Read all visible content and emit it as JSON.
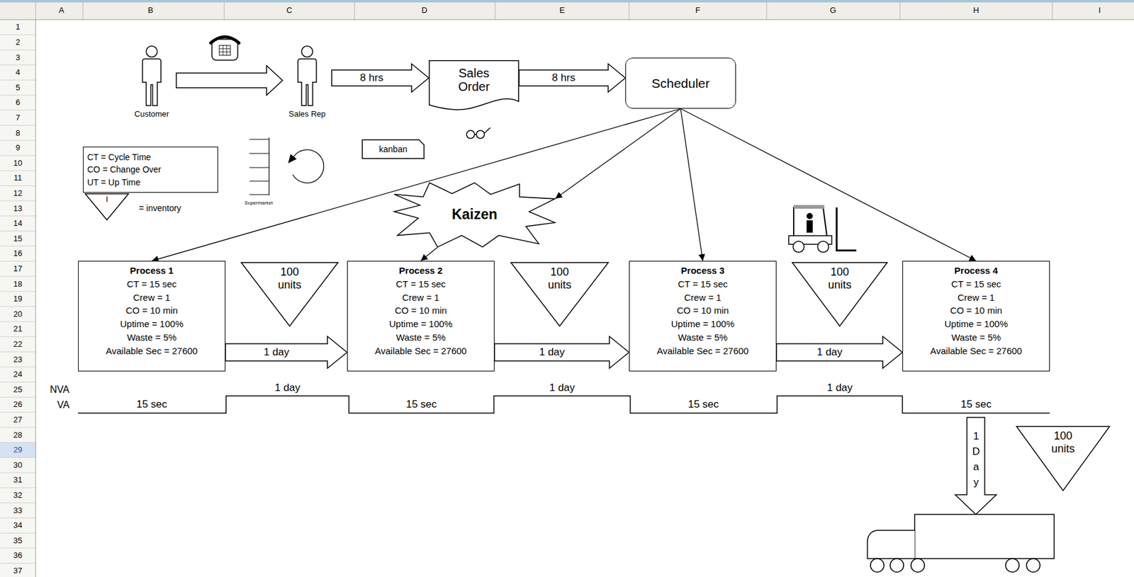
{
  "diagram": {
    "nodes": [
      {
        "text": [
          "Customer"
        ]
      },
      {
        "text": [
          "Sales Rep"
        ]
      },
      {
        "text": [
          "Sales Order"
        ]
      },
      {
        "text": [
          "Scheduler"
        ]
      },
      {
        "text": [
          "CT = Cycle Time",
          "CO = Change Over",
          "UT = Up Time"
        ]
      },
      {
        "text": [
          "kanban"
        ]
      },
      {
        "text": [
          "I"
        ]
      },
      {
        "text": [
          "Kaizen"
        ]
      },
      {
        "text": [
          "Process 1",
          "CT = 15 sec",
          "Crew = 1",
          "CO = 10 min",
          "Uptime = 100%",
          "Waste = 5%",
          "Available Sec = 27600"
        ]
      },
      {
        "text": [
          "100 units"
        ]
      },
      {
        "text": [
          "Process 2",
          "CT = 15 sec",
          "Crew = 1",
          "CO = 10 min",
          "Uptime = 100%",
          "Waste = 5%",
          "Available Sec = 27600"
        ]
      },
      {
        "text": [
          "100 units"
        ]
      },
      {
        "text": [
          "Process 3",
          "CT = 15 sec",
          "Crew = 1",
          "CO = 10 min",
          "Uptime = 100%",
          "Waste = 5%",
          "Available Sec = 27600"
        ]
      },
      {
        "text": [
          "100 units"
        ]
      },
      {
        "text": [
          "Process 4",
          "CT = 15 sec",
          "Crew = 1",
          "CO = 10 min",
          "Uptime = 100%",
          "Waste = 5%",
          "Available Sec = 27600"
        ]
      },
      {
        "text": [
          "100 units"
        ]
      }
    ],
    "edges": [
      {
        "from": 0,
        "to": 1,
        "arrow": "to"
      },
      {
        "from": 1,
        "to": 2,
        "arrow": "to",
        "label": "8 hrs"
      },
      {
        "from": 2,
        "to": 3,
        "arrow": "to",
        "label": "8 hrs"
      },
      {
        "from": 3,
        "to": 8,
        "arrow": "to"
      },
      {
        "from": 3,
        "to": 7,
        "arrow": "to"
      },
      {
        "from": 7,
        "to": 10,
        "arrow": "to"
      },
      {
        "from": 3,
        "to": 12,
        "arrow": "to"
      },
      {
        "from": 3,
        "to": 14,
        "arrow": "to"
      },
      {
        "from": 8,
        "to": 10,
        "arrow": "to",
        "label": "1 day"
      },
      {
        "from": 10,
        "to": 12,
        "arrow": "to",
        "label": "1 day"
      },
      {
        "from": 12,
        "to": 14,
        "arrow": "to",
        "label": "1 day"
      }
    ],
    "labels": [
      "A",
      "B",
      "C",
      "D",
      "E",
      "F",
      "G",
      "H",
      "I",
      "1",
      "2",
      "3",
      "4",
      "5",
      "6",
      "7",
      "8",
      "9",
      "10",
      "11",
      "12",
      "13",
      "14",
      "15",
      "16",
      "17",
      "18",
      "19",
      "20",
      "21",
      "22",
      "23",
      "24",
      "25",
      "26",
      "27",
      "28",
      "29",
      "30",
      "31",
      "32",
      "33",
      "34",
      "35",
      "36",
      "37",
      "Supermarket",
      "= inventory",
      "NVA",
      "VA",
      "15 sec",
      "1 day",
      "15 sec",
      "1 day",
      "15 sec",
      "1 day",
      "15 sec",
      "1 Day"
    ]
  }
}
